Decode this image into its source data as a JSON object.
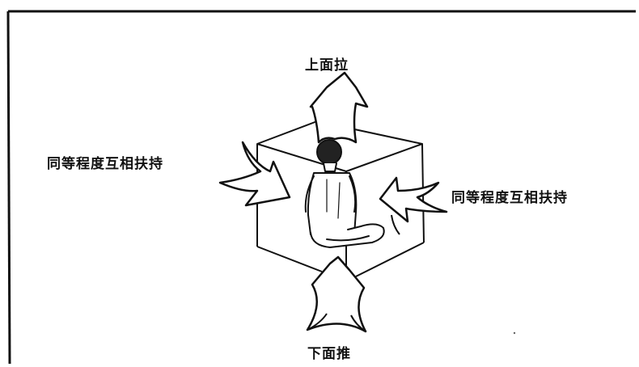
{
  "diagram": {
    "labels": {
      "top": "上面拉",
      "bottom": "下面推",
      "left": "同等程度互相扶持",
      "right": "同等程度互相扶持"
    },
    "colors": {
      "ink": "#111111",
      "background": "#ffffff"
    }
  }
}
